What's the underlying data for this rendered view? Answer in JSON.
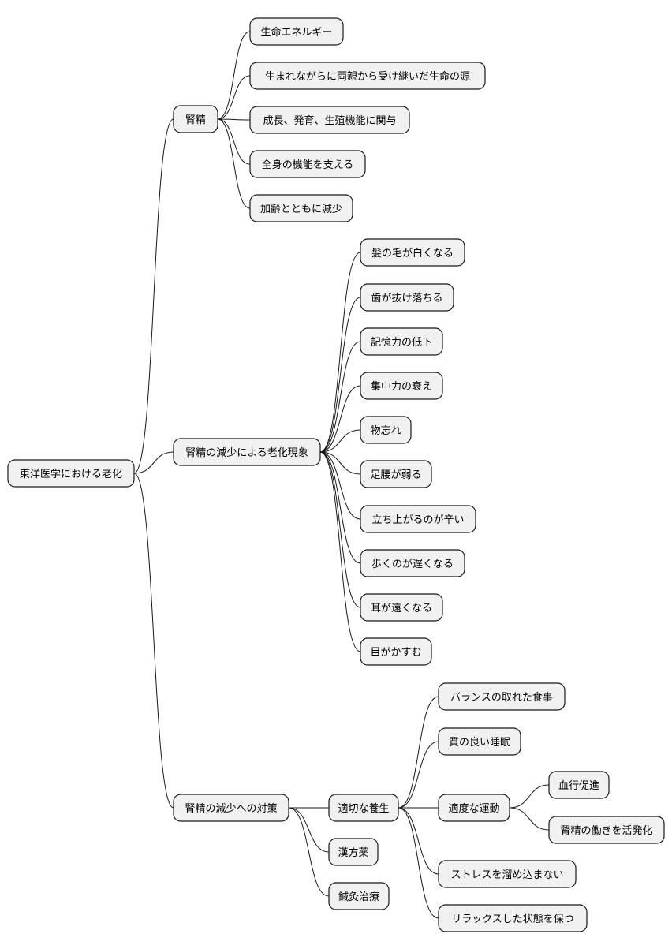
{
  "diagram": {
    "type": "mindmap",
    "root": {
      "label": "東洋医学における老化",
      "children": [
        {
          "label": "腎精",
          "children": [
            {
              "label": "生命エネルギー"
            },
            {
              "label": "生まれながらに両親から受け継いだ生命の源"
            },
            {
              "label": "成長、発育、生殖機能に関与"
            },
            {
              "label": "全身の機能を支える"
            },
            {
              "label": "加齢とともに減少"
            }
          ]
        },
        {
          "label": "腎精の減少による老化現象",
          "children": [
            {
              "label": "髪の毛が白くなる"
            },
            {
              "label": "歯が抜け落ちる"
            },
            {
              "label": "記憶力の低下"
            },
            {
              "label": "集中力の衰え"
            },
            {
              "label": "物忘れ"
            },
            {
              "label": "足腰が弱る"
            },
            {
              "label": "立ち上がるのが辛い"
            },
            {
              "label": "歩くのが遅くなる"
            },
            {
              "label": "耳が遠くなる"
            },
            {
              "label": "目がかすむ"
            }
          ]
        },
        {
          "label": "腎精の減少への対策",
          "children": [
            {
              "label": "適切な養生",
              "children": [
                {
                  "label": "バランスの取れた食事"
                },
                {
                  "label": "質の良い睡眠"
                },
                {
                  "label": "適度な運動",
                  "children": [
                    {
                      "label": "血行促進"
                    },
                    {
                      "label": "腎精の働きを活発化"
                    }
                  ]
                },
                {
                  "label": "ストレスを溜め込まない"
                },
                {
                  "label": "リラックスした状態を保つ"
                }
              ]
            },
            {
              "label": "漢方薬"
            },
            {
              "label": "鍼灸治療"
            }
          ]
        }
      ]
    }
  }
}
